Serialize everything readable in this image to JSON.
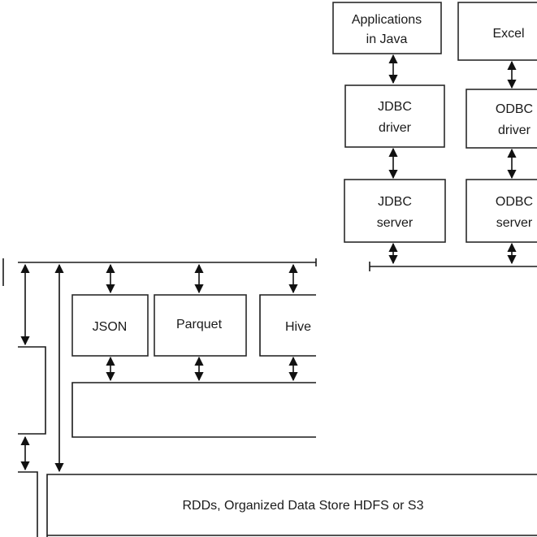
{
  "boxes": {
    "applications_java": [
      "Applications",
      "in Java"
    ],
    "excel": "Excel",
    "jdbc_driver": [
      "JDBC",
      "driver"
    ],
    "odbc_driver": [
      "ODBC",
      "driver"
    ],
    "jdbc_server": [
      "JDBC",
      "server"
    ],
    "odbc_server": [
      "ODBC",
      "server"
    ],
    "json": "JSON",
    "parquet": "Parquet",
    "hive": "Hive",
    "rdds_store": "RDDs, Organized Data Store HDFS or S3"
  }
}
